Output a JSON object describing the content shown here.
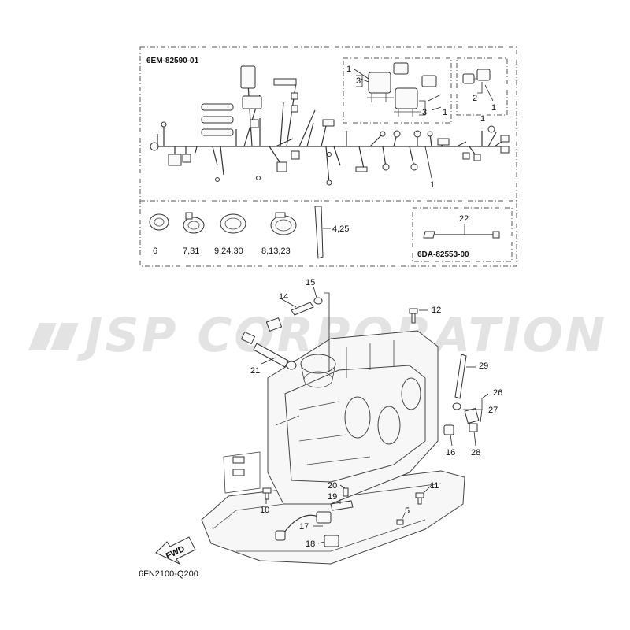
{
  "watermark": "JSP CORPORATION",
  "harness_box": {
    "code": "6EM-82590-01"
  },
  "sub_box": {
    "code": "6DA-82553-00"
  },
  "diagram_code": "6FN2100-Q200",
  "fwd_label": "FWD",
  "callouts": {
    "c1a": "1",
    "c1b": "1",
    "c1c": "1",
    "c1d": "1",
    "c1e": "1",
    "c2": "2",
    "c3a": "3",
    "c3b": "3",
    "c4_25": "4,25",
    "c5": "5",
    "c6": "6",
    "c7_31": "7,31",
    "c9_24_30": "9,24,30",
    "c8_13_23": "8,13,23",
    "c10": "10",
    "c11": "11",
    "c12": "12",
    "c14": "14",
    "c15": "15",
    "c16": "16",
    "c17": "17",
    "c18": "18",
    "c19": "19",
    "c20": "20",
    "c21": "21",
    "c22": "22",
    "c26": "26",
    "c27": "27",
    "c28": "28",
    "c29": "29"
  }
}
